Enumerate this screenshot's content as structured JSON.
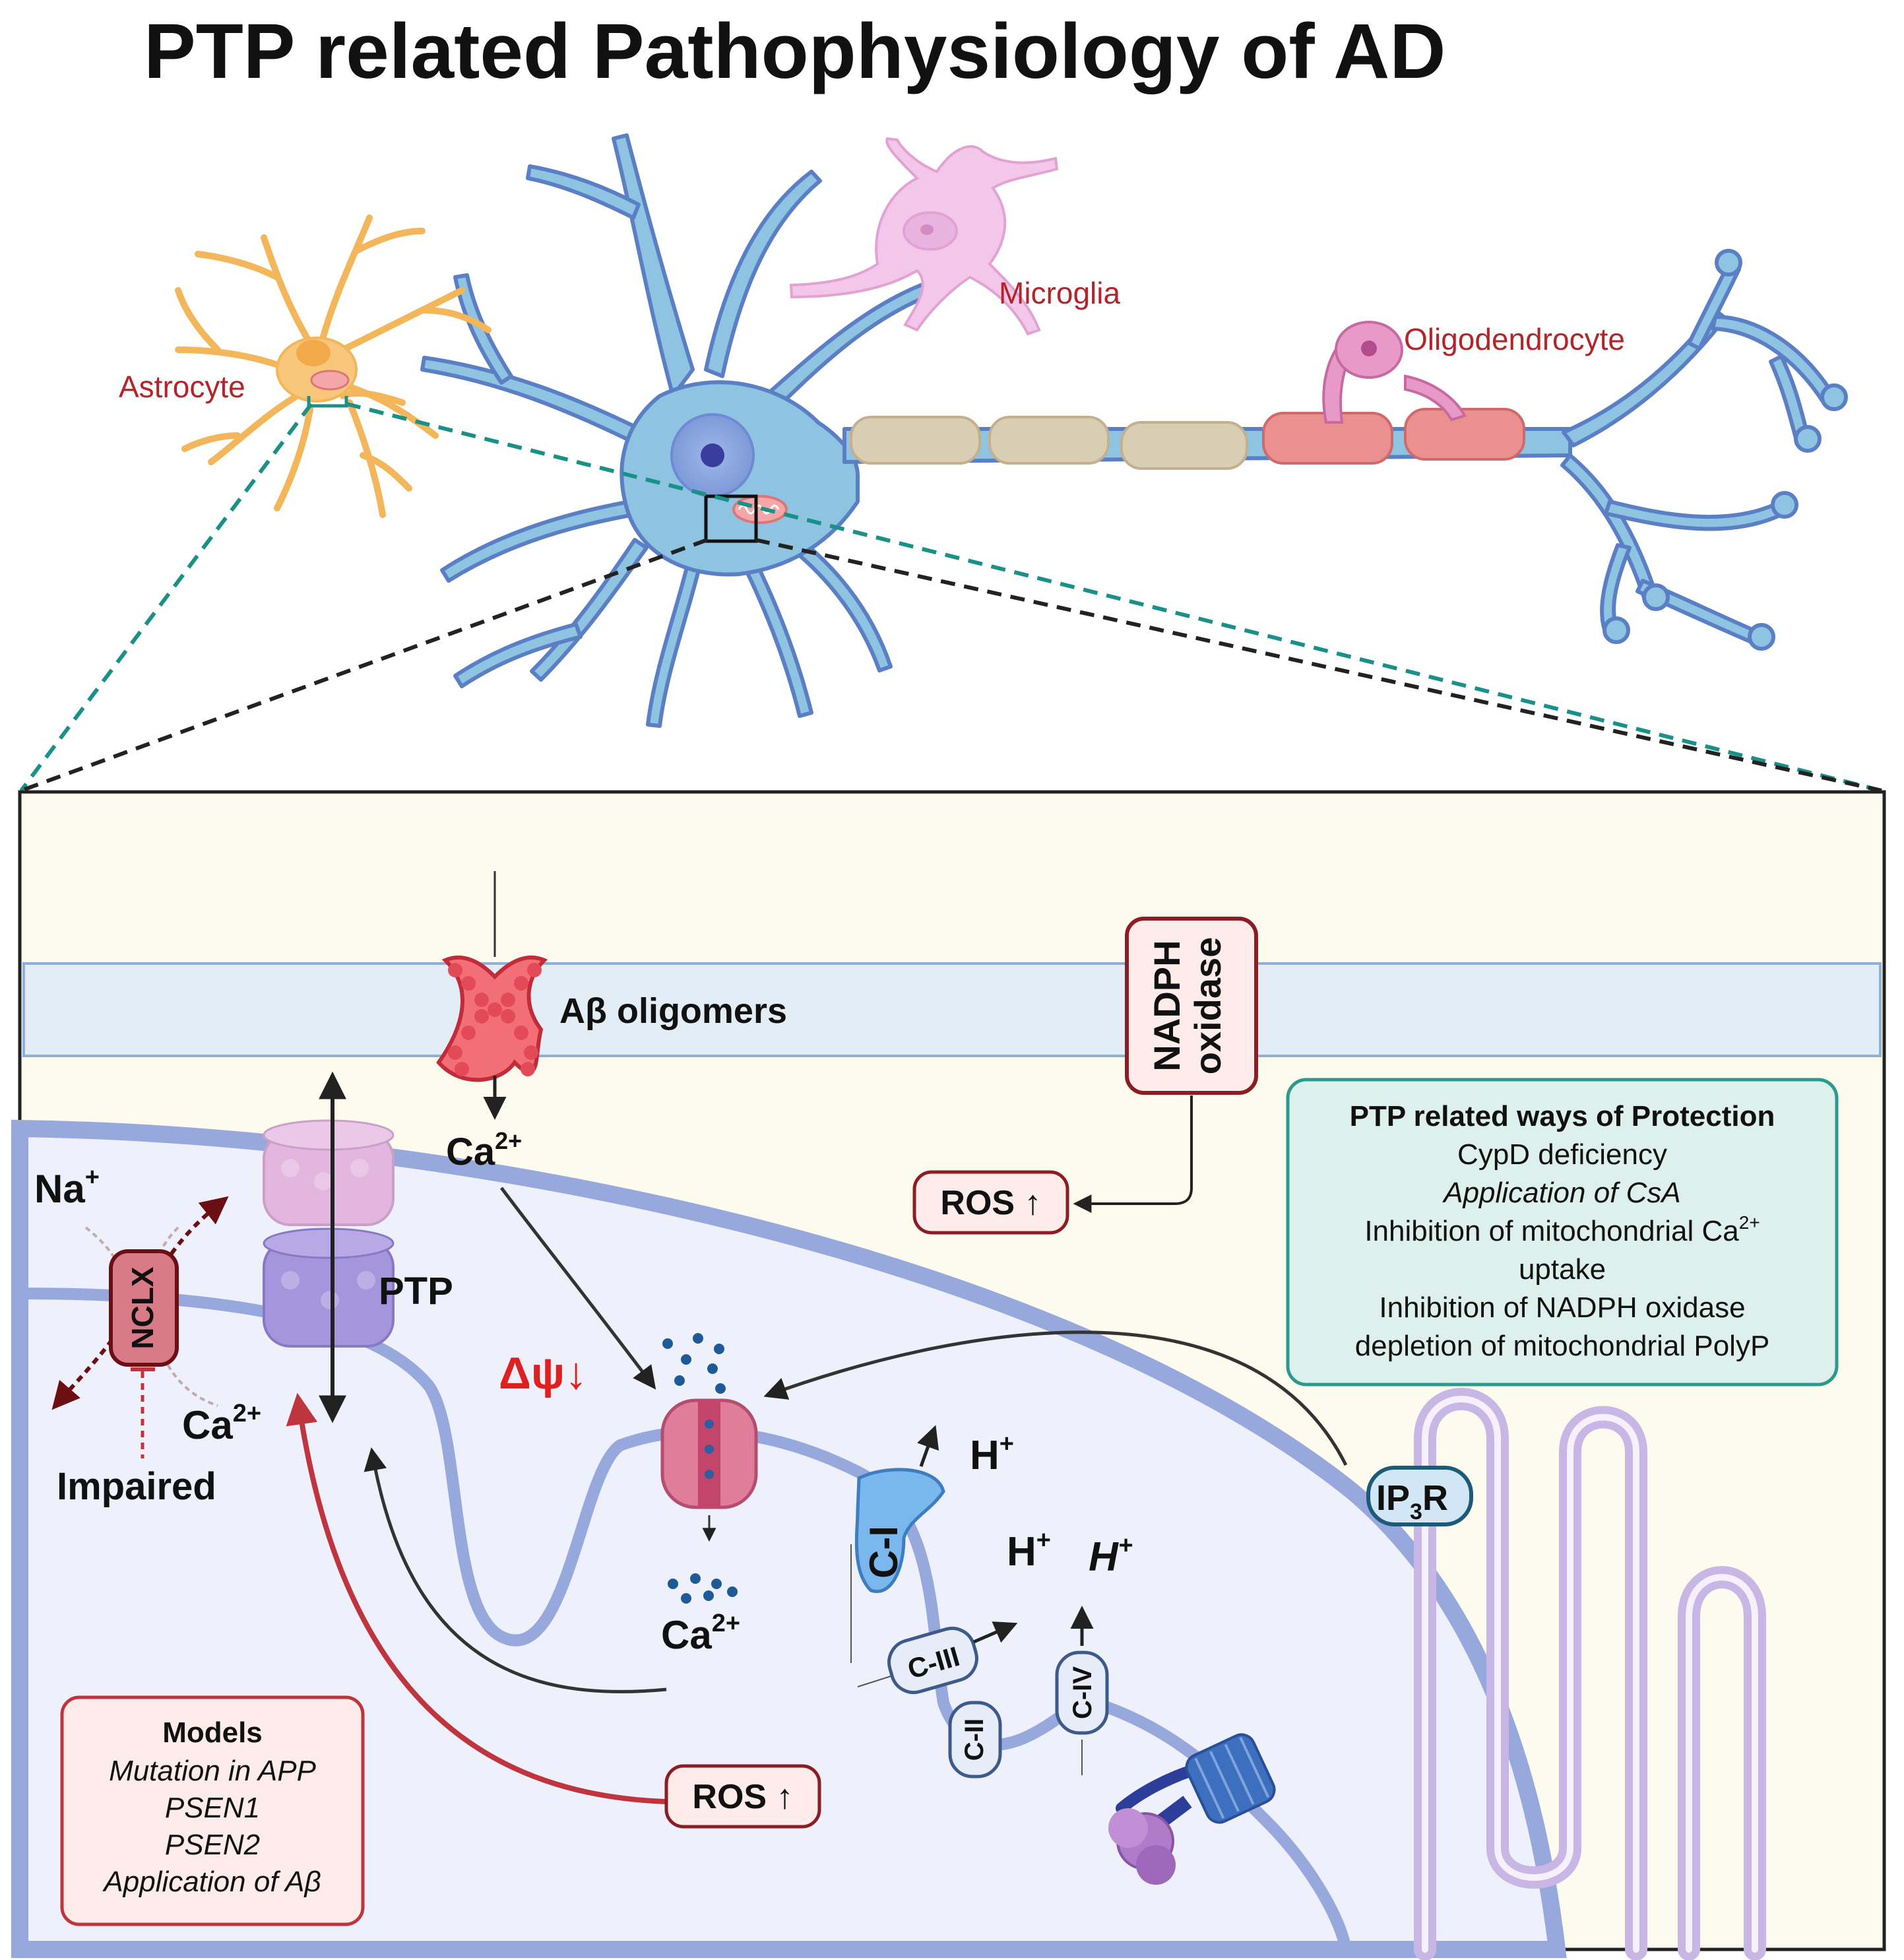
{
  "title": "PTP related Pathophysiology of AD",
  "cells": {
    "astrocyte": "Astrocyte",
    "microglia": "Microglia",
    "oligodendrocyte": "Oligodendrocyte"
  },
  "membrane": {
    "abeta_label": "Aβ oligomers",
    "nadph_line1": "NADPH",
    "nadph_line2": "oxidase"
  },
  "ions": {
    "ca_base": "Ca",
    "ca_sup": "2+",
    "na_base": "Na",
    "na_sup": "+",
    "h_base": "H",
    "h_sup": "+"
  },
  "labels": {
    "nclx": "NCLX",
    "impaired": "Impaired",
    "ptp": "PTP",
    "delta_psi": "Δψ↓",
    "ros": "ROS ↑",
    "ip3r_base": "IP",
    "ip3r_sub": "3",
    "ip3r_end": "R",
    "c1": "C-I",
    "c2": "C-II",
    "c3": "C-III",
    "c4": "C-IV"
  },
  "protection": {
    "heading": "PTP related ways of Protection",
    "line1": "CypD deficiency",
    "line2": "Application of CsA",
    "line3_base": "Inhibition of mitochondrial Ca",
    "line3_sup": "2+",
    "line4": "uptake",
    "line5": "Inhibition of NADPH oxidase",
    "line6": "depletion of mitochondrial PolyP"
  },
  "models": {
    "heading": "Models",
    "items": [
      "Mutation in APP",
      "PSEN1",
      "PSEN2",
      "Application of Aβ"
    ]
  },
  "colors": {
    "neuron": "#8ec3e2",
    "neuron_stroke": "#5b7fc4",
    "astrocyte": "#f8c77a",
    "microglia": "#f3c7ea",
    "oligodendrocyte": "#e79ac7",
    "myelin_tan": "#d9cdb4",
    "myelin_red": "#ea9090",
    "panel_bg": "#fdfaee",
    "membrane": "#e2edf6",
    "mito_inner": "#eef0fb",
    "mito_membrane": "#97a8dc",
    "er": "#c8b6e4",
    "teal_dash": "#1a9188",
    "red_label": "#b3242b",
    "red_arrow": "#c0353d",
    "protection_bg": "#ddf0ec",
    "protection_border": "#2b9a8a",
    "models_bg": "#fdecea",
    "models_border": "#c0353d",
    "delta_psi": "#e02020"
  }
}
